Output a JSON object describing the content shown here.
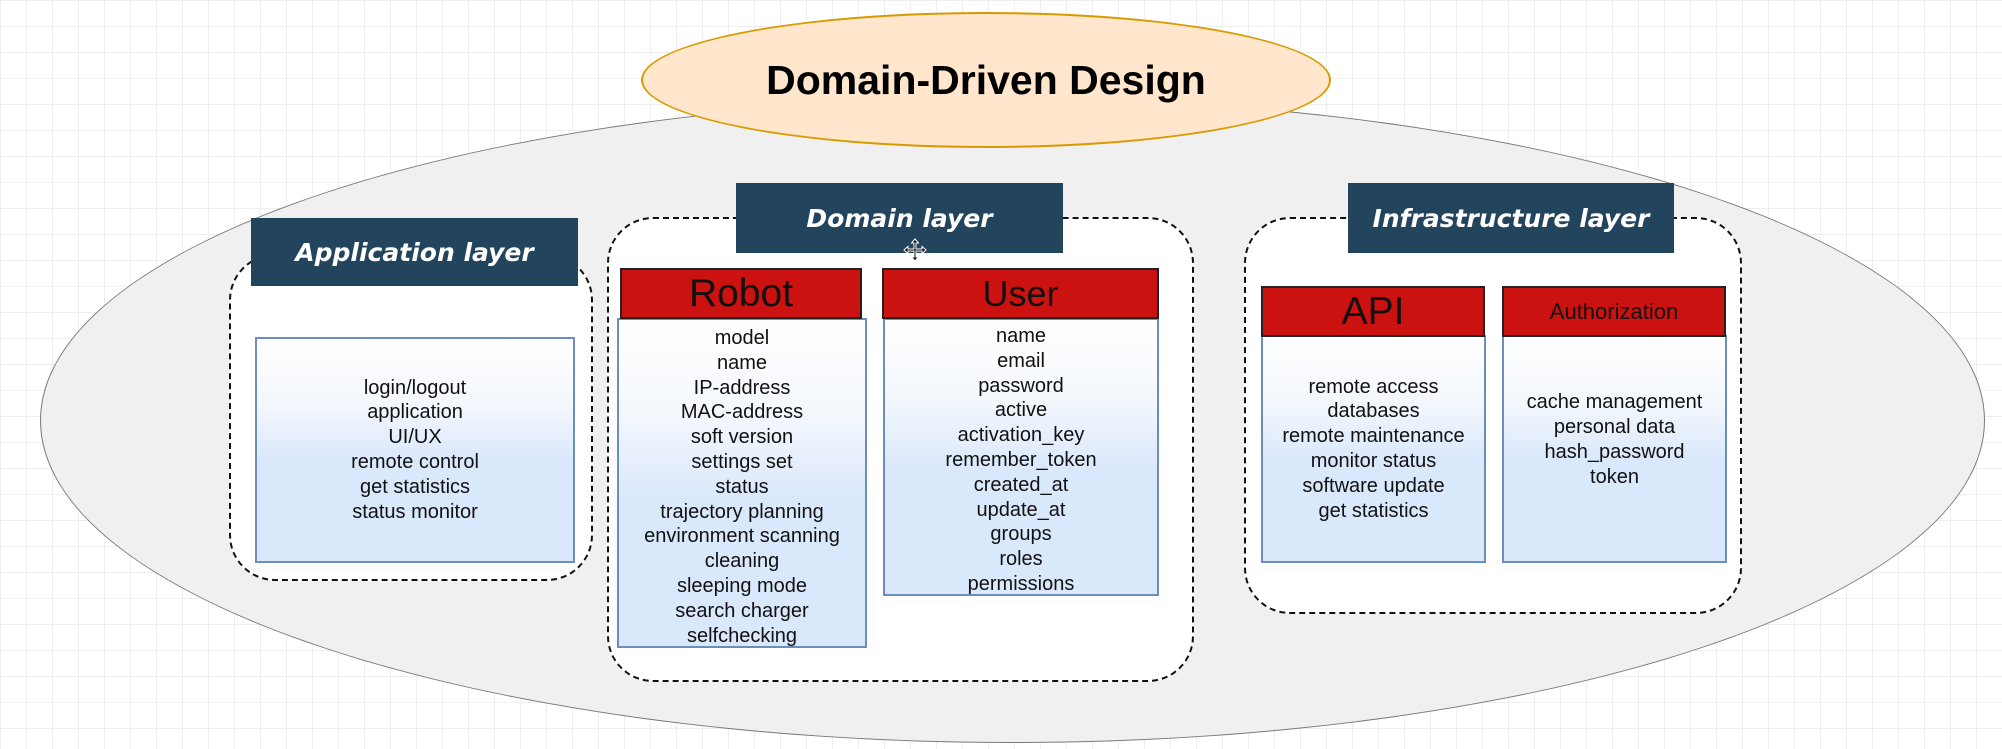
{
  "title": "Domain-Driven Design",
  "layers": {
    "application": {
      "header": "Application layer",
      "items": [
        "login/logout",
        "application",
        "UI/UX",
        "remote control",
        "get statistics",
        "status monitor"
      ]
    },
    "domain": {
      "header": "Domain layer",
      "robot": {
        "name": "Robot",
        "items": [
          "model",
          "name",
          "IP-address",
          "MAC-address",
          "soft version",
          "settings set",
          "status",
          "trajectory planning",
          "environment scanning",
          "cleaning",
          "sleeping mode",
          "search charger",
          "selfchecking"
        ]
      },
      "user": {
        "name": "User",
        "items": [
          "name",
          "email",
          "password",
          "active",
          "activation_key",
          "remember_token",
          "created_at",
          "update_at",
          "groups",
          "roles",
          "permissions"
        ]
      }
    },
    "infrastructure": {
      "header": "Infrastructure layer",
      "api": {
        "name": "API",
        "items": [
          "remote access",
          "databases",
          "remote maintenance",
          "monitor status",
          "software update",
          "get statistics"
        ]
      },
      "authorization": {
        "name": "Authorization",
        "items": [
          "cache management",
          "personal data",
          "hash_password",
          "token"
        ]
      }
    }
  },
  "colors": {
    "header_bg": "#23445d",
    "entity_header": "#cc1111",
    "box_border": "#6c8ebf",
    "title_fill": "#ffe6cc",
    "title_border": "#d79b00"
  },
  "icons": {
    "cursor": "move-cursor-icon"
  }
}
